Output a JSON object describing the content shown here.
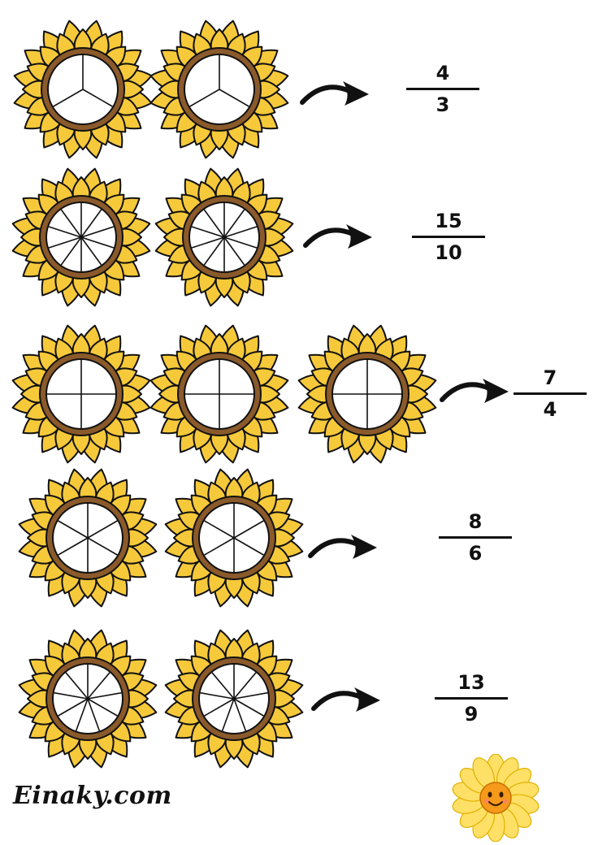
{
  "worksheet": {
    "rows": [
      {
        "flowers": [
          3,
          3
        ],
        "fraction": {
          "numerator": "4",
          "denominator": "3"
        }
      },
      {
        "flowers": [
          10,
          10
        ],
        "fraction": {
          "numerator": "15",
          "denominator": "10"
        }
      },
      {
        "flowers": [
          4,
          4,
          4
        ],
        "fraction": {
          "numerator": "7",
          "denominator": "4"
        }
      },
      {
        "flowers": [
          6,
          6
        ],
        "fraction": {
          "numerator": "8",
          "denominator": "6"
        }
      },
      {
        "flowers": [
          9,
          9
        ],
        "fraction": {
          "numerator": "13",
          "denominator": "9"
        }
      }
    ]
  },
  "brand": {
    "text": "Einaky.com"
  },
  "icons": {
    "flower": "sunflower-icon",
    "arrow": "curved-arrow-icon",
    "mascot": "smiling-daisy-icon"
  },
  "colors": {
    "petal": "#F6C93B",
    "ring": "#8B5A2B",
    "outline": "#111111",
    "daisy_petal": "#FFE066",
    "daisy_center": "#F59A1B"
  }
}
